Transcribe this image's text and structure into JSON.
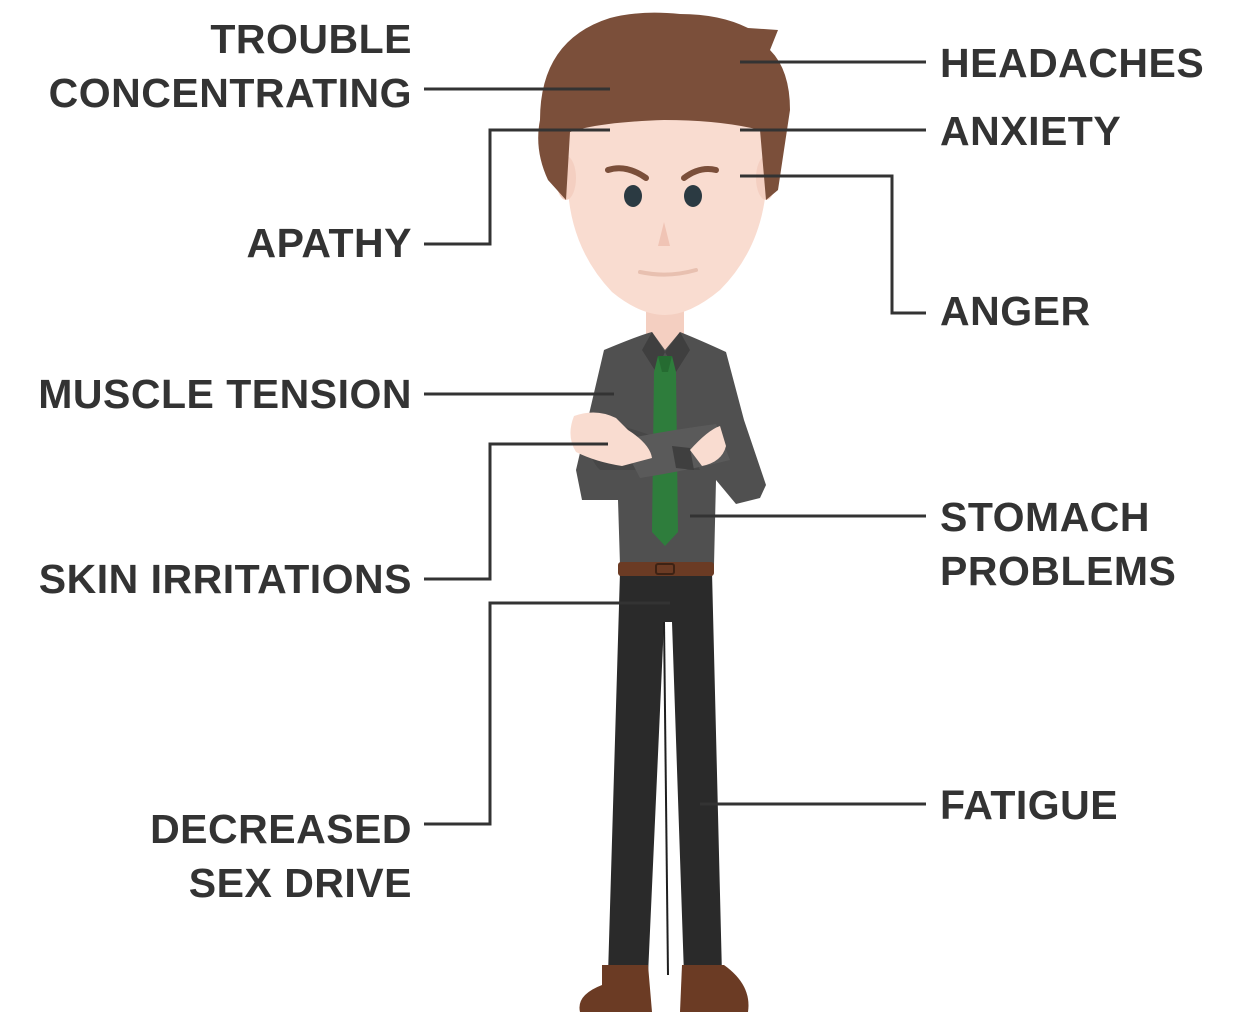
{
  "labels": {
    "trouble_concentrating": [
      "TROUBLE",
      "CONCENTRATING"
    ],
    "apathy": "APATHY",
    "muscle_tension": "MUSCLE TENSION",
    "skin_irritations": "SKIN IRRITATIONS",
    "decreased_sex_drive": [
      "DECREASED",
      "SEX DRIVE"
    ],
    "headaches": "HEADACHES",
    "anxiety": "ANXIETY",
    "anger": "ANGER",
    "stomach_problems": [
      "STOMACH",
      "PROBLEMS"
    ],
    "fatigue": "FATIGUE"
  },
  "colors": {
    "label_text": "#333333",
    "leader_line": "#333333",
    "hair": "#7b4f3a",
    "skin": "#f9dcd0",
    "shirt": "#505050",
    "tie": "#2e7d3c",
    "pants": "#2a2a2a",
    "shoes": "#6b3b24",
    "belt": "#6b3b24"
  }
}
